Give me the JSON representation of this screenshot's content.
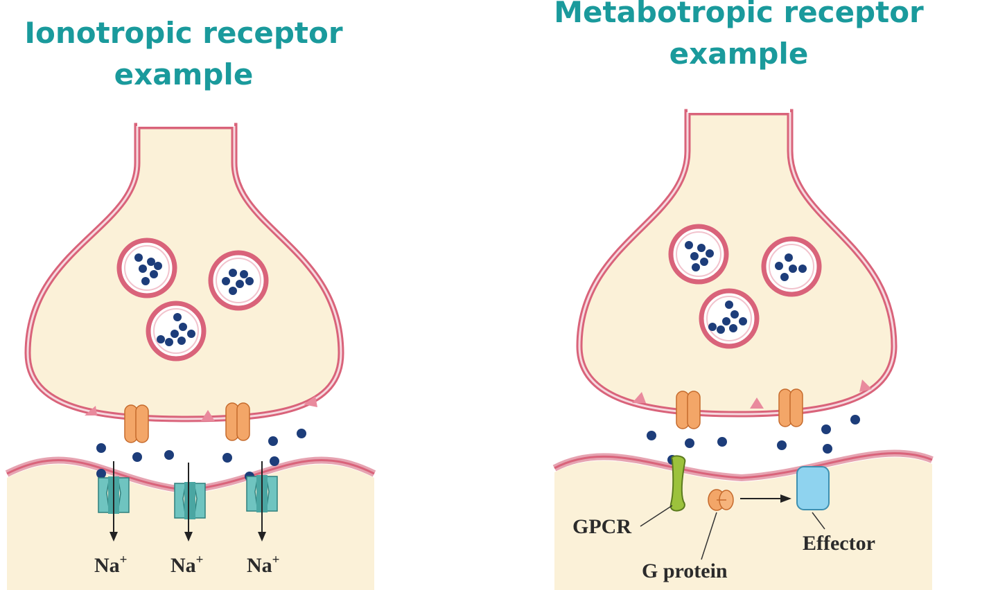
{
  "left": {
    "title_line1": "Ionotropic receptor",
    "title_line2": "example",
    "ion_label": "Na",
    "ion_charge": "+"
  },
  "right": {
    "title_line1": "Metabotropic receptor",
    "title_line2": "example",
    "gpcr_label": "GPCR",
    "gprotein_label": "G protein",
    "effector_label": "Effector"
  },
  "colors": {
    "title": "#1a9a9c",
    "cytoplasm": "#fbf1d8",
    "membrane": "#d9637a",
    "neurotransmitter": "#1d3d7a",
    "ion_channel": "#6fc4c0",
    "presynaptic_channel": "#f3a668",
    "gpcr": "#9cc23c",
    "effector": "#8fd3ef"
  }
}
